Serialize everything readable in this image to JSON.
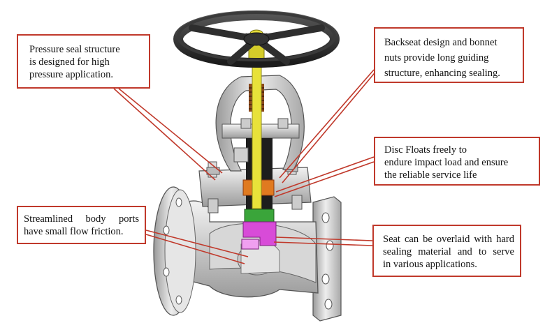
{
  "callouts": {
    "pressure_seal": [
      "Pressure seal structure",
      "is designed for high",
      "pressure application."
    ],
    "backseat": [
      "Backseat design and bonnet",
      "nuts provide long guiding",
      "structure, enhancing sealing."
    ],
    "disc": [
      "Disc Floats freely to",
      "endure impact load and ensure",
      "the reliable service life"
    ],
    "body_ports": [
      "Streamlined body ports",
      "have small flow friction."
    ],
    "seat": [
      "Seat can be overlaid with hard",
      "sealing material and to serve",
      "in various applications."
    ]
  },
  "colors": {
    "callout_border": "#c0392b",
    "leader_line": "#c0392b",
    "stem": "#e8e23a",
    "packing": "#8b4a1e",
    "disc": "#d84bd8",
    "seat": "#3aa53a",
    "backseat_ring": "#e07a20",
    "handwheel": "#2e2e2e"
  }
}
